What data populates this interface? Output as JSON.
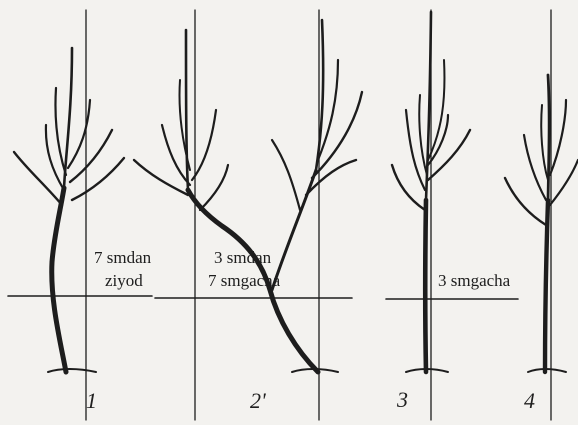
{
  "labels": {
    "range_over_7_line1": "7 smdan",
    "range_over_7_line2": "ziyod",
    "range_3_to_7_line1": "3 smdan",
    "range_3_to_7_line2": "7 smgacha",
    "range_under_3": "3 smgacha"
  },
  "tree_numbers": [
    "1",
    "2'",
    "3",
    "4"
  ],
  "colors": {
    "background": "#f3f2ef",
    "ink": "#1d1d1d"
  }
}
